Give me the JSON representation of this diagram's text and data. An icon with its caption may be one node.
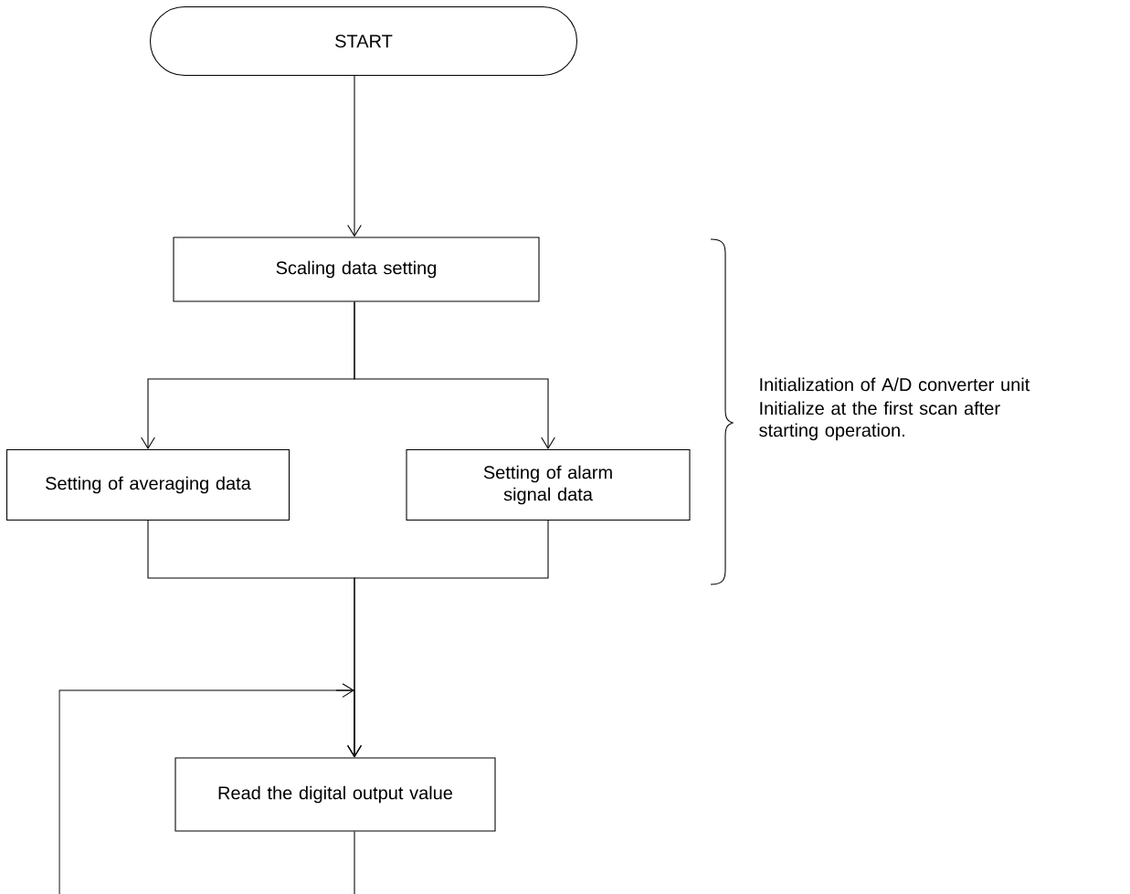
{
  "diagram": {
    "nodes": [
      {
        "text": [
          "START"
        ]
      },
      {
        "text": [
          "Scaling data setting"
        ]
      },
      {
        "text": [
          "Setting of averaging data"
        ]
      },
      {
        "text": [
          "Setting of alarm signal data"
        ]
      },
      {
        "text": [
          "Read the digital output value"
        ]
      }
    ],
    "edges": [
      {
        "from": 0,
        "to": 1,
        "arrow": "to"
      },
      {
        "from": 1,
        "to": 2,
        "arrow": "to"
      },
      {
        "from": 1,
        "to": 3,
        "arrow": "to"
      },
      {
        "from": 2,
        "to": 4,
        "arrow": "to"
      },
      {
        "from": 3,
        "to": 4,
        "arrow": "to"
      },
      {
        "from": 4,
        "to": null,
        "arrow": "none"
      },
      {
        "from": null,
        "to": 4,
        "arrow": "to"
      }
    ],
    "labels": [
      "Initialization of A/D converter unit",
      "Initialize at the first scan after starting operation."
    ]
  }
}
